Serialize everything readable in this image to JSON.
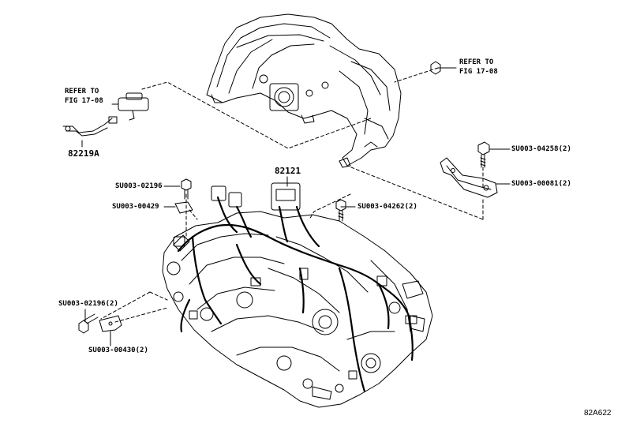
{
  "callouts": {
    "refer_left": [
      "REFER TO",
      "FIG 17-08"
    ],
    "refer_right": [
      "REFER TO",
      "FIG 17-08"
    ],
    "part_82219a": "82219A",
    "part_82121": "82121",
    "su_04258": "SU003-04258(2)",
    "su_00081": "SU003-00081(2)",
    "su_04262": "SU003-04262(2)",
    "su_02196": "SU003-02196",
    "su_00429": "SU003-00429",
    "su_02196_2": "SU003-02196(2)",
    "su_00430_2": "SU003-00430(2)"
  },
  "figure_id": "82A622",
  "colors": {
    "line": "#000000",
    "background": "#ffffff"
  },
  "icons": [
    "bolt-icon",
    "bracket-icon",
    "clip-icon",
    "connector-icon",
    "sensor-icon"
  ]
}
